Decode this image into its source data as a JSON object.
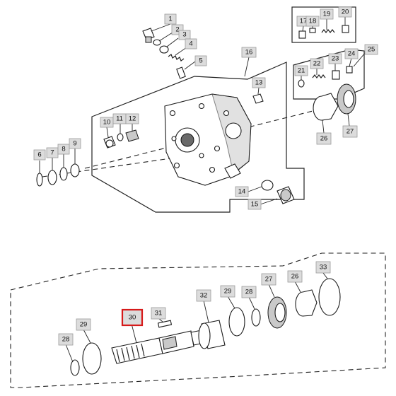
{
  "diagram": {
    "callouts": [
      {
        "id": "c1",
        "label": "1"
      },
      {
        "id": "c2",
        "label": "2"
      },
      {
        "id": "c3",
        "label": "3"
      },
      {
        "id": "c4",
        "label": "4"
      },
      {
        "id": "c5",
        "label": "5"
      },
      {
        "id": "c6",
        "label": "6"
      },
      {
        "id": "c7",
        "label": "7"
      },
      {
        "id": "c8",
        "label": "8"
      },
      {
        "id": "c9",
        "label": "9"
      },
      {
        "id": "c10",
        "label": "10"
      },
      {
        "id": "c11",
        "label": "11"
      },
      {
        "id": "c12",
        "label": "12"
      },
      {
        "id": "c13",
        "label": "13"
      },
      {
        "id": "c14",
        "label": "14"
      },
      {
        "id": "c15",
        "label": "15"
      },
      {
        "id": "c16",
        "label": "16"
      },
      {
        "id": "c17",
        "label": "17"
      },
      {
        "id": "c18",
        "label": "18"
      },
      {
        "id": "c19",
        "label": "19"
      },
      {
        "id": "c20",
        "label": "20"
      },
      {
        "id": "c21",
        "label": "21"
      },
      {
        "id": "c22",
        "label": "22"
      },
      {
        "id": "c23",
        "label": "23"
      },
      {
        "id": "c24",
        "label": "24"
      },
      {
        "id": "c25",
        "label": "25"
      },
      {
        "id": "c26a",
        "label": "26"
      },
      {
        "id": "c27a",
        "label": "27"
      },
      {
        "id": "c28a",
        "label": "28"
      },
      {
        "id": "c29a",
        "label": "29"
      },
      {
        "id": "c30",
        "label": "30"
      },
      {
        "id": "c31",
        "label": "31"
      },
      {
        "id": "c32",
        "label": "32"
      },
      {
        "id": "c29b",
        "label": "29"
      },
      {
        "id": "c28b",
        "label": "28"
      },
      {
        "id": "c27b",
        "label": "27"
      },
      {
        "id": "c26b",
        "label": "26"
      },
      {
        "id": "c33",
        "label": "33"
      }
    ],
    "highlighted_callout": "30",
    "highlight_color": "#d61a1a"
  }
}
